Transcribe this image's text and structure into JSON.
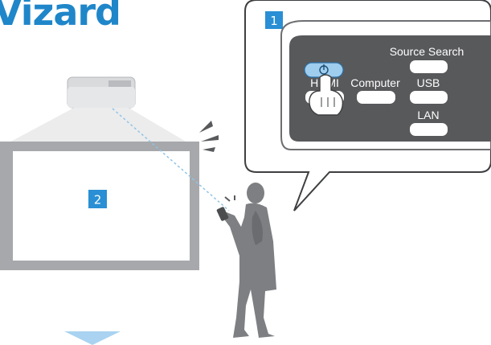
{
  "page": {
    "title_fragment": "Vizard"
  },
  "steps": {
    "step1": "1",
    "step2": "2"
  },
  "remote": {
    "source_search": "Source Search",
    "hdmi": "HDMI",
    "computer": "Computer",
    "usb": "USB",
    "lan": "LAN",
    "power_icon": "power-icon"
  },
  "colors": {
    "title": "#1f86c9",
    "badge": "#2a8fd4",
    "remote_body": "#58595b",
    "screen_frame": "#a6a8ab",
    "person": "#7d7f82",
    "projector": "#cfd0d2",
    "beam_line": "#8fc4e6",
    "power_button": "#9fcdee",
    "arrow": "#a9d3f0"
  }
}
